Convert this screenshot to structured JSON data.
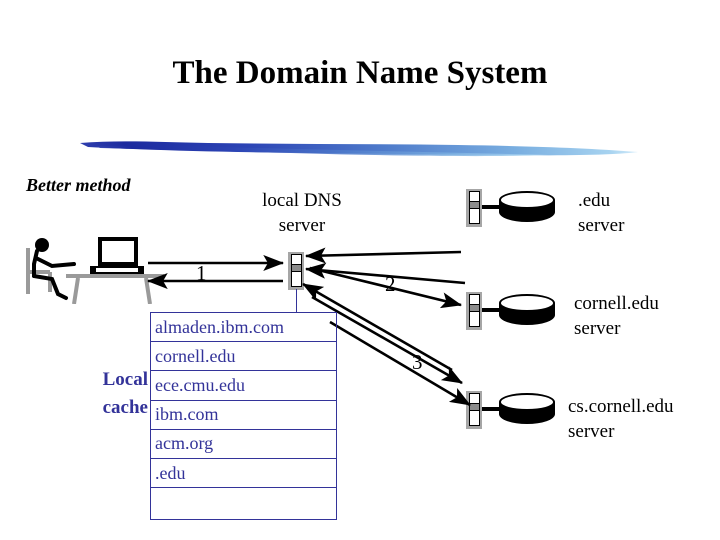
{
  "slide": {
    "title": "The Domain Name System",
    "subtitle_label": "Better method",
    "background_color": "#ffffff",
    "accent_color": "#333399",
    "brush_color_dark": "#2030a0",
    "brush_color_light": "#8ec9ef"
  },
  "actors": {
    "client_icon": "person-at-computer",
    "local_dns_label_line1": "local DNS",
    "local_dns_label_line2": "server",
    "edu_label_line1": ".edu",
    "edu_label_line2": "server",
    "cornell_label_line1": "cornell.edu",
    "cornell_label_line2": "server",
    "cscornell_label_line1": "cs.cornell.edu",
    "cscornell_label_line2": "server"
  },
  "steps": {
    "step1": "1",
    "step2": "2",
    "step3": "3"
  },
  "cache": {
    "title_line1": "Local",
    "title_line2": "cache",
    "text_color": "#333399",
    "entries": [
      "almaden.ibm.com",
      "cornell.edu",
      "ece.cmu.edu",
      "ibm.com",
      "acm.org",
      ".edu",
      ""
    ]
  }
}
